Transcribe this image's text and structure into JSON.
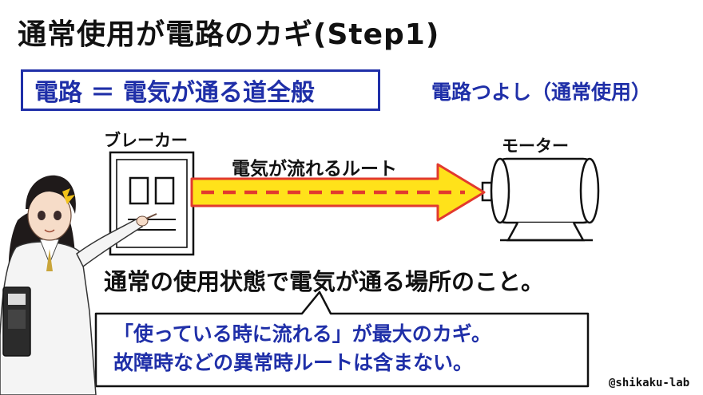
{
  "title": "通常使用が電路のカギ(Step1)",
  "definition": "電路 ＝ 電気が通る道全般",
  "side_label": "電路つよし（通常使用）",
  "diagram": {
    "breaker_label": "ブレーカー",
    "motor_label": "モーター",
    "route_label": "電気が流れるルート"
  },
  "description": "通常の使用状態で電気が通る場所のこと。",
  "bubble": {
    "line1": "「使っている時に流れる」が最大のカギ。",
    "line2": "故障時などの異常時ルートは含まない。"
  },
  "credit": "@shikaku-lab",
  "colors": {
    "accent_blue": "#1f2fa8",
    "arrow_fill": "#ffe21a",
    "arrow_dash": "#e23a2e"
  }
}
